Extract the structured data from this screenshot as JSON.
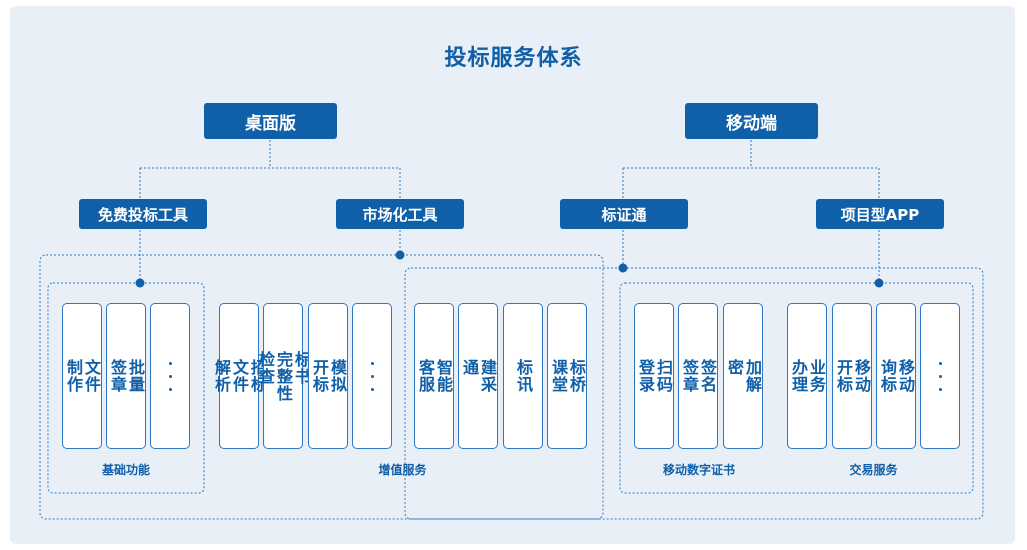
{
  "title": "投标服务体系",
  "level1": {
    "desktop": "桌面版",
    "mobile": "移动端"
  },
  "level2": {
    "free_tools": "免费投标工具",
    "market_tools": "市场化工具",
    "biaozhengtong": "标证通",
    "project_app": "项目型APP"
  },
  "cards": {
    "basic": [
      {
        "col1": "文件",
        "col2": "制作"
      },
      {
        "col1": "批量",
        "col2": "签章"
      }
    ],
    "value_added": [
      {
        "col1": "招标",
        "col2": "文件",
        "col3": "解析"
      },
      {
        "col1": "标书",
        "col2": "完整性",
        "col3": "检查"
      },
      {
        "col1": "模拟",
        "col2": "开标"
      }
    ],
    "value_added_2": [
      {
        "col1": "智能",
        "col2": "客服"
      },
      {
        "col1": "建采",
        "col2": "通"
      },
      {
        "col1": "标讯"
      },
      {
        "col1": "标桥",
        "col2": "课堂"
      }
    ],
    "mobile_cert": [
      {
        "col1": "扫码",
        "col2": "登录"
      },
      {
        "col1": "签名",
        "col2": "签章"
      },
      {
        "col1": "加解",
        "col2": "密"
      }
    ],
    "transaction": [
      {
        "col1": "业务",
        "col2": "办理"
      },
      {
        "col1": "移动",
        "col2": "开标"
      },
      {
        "col1": "移动",
        "col2": "询标"
      }
    ]
  },
  "group_labels": {
    "basic": "基础功能",
    "value_added": "增值服务",
    "mobile_cert": "移动数字证书",
    "transaction": "交易服务"
  },
  "colors": {
    "primary": "#0f5fa9",
    "panel": "#e9eff6",
    "line": "#2a78c4"
  }
}
